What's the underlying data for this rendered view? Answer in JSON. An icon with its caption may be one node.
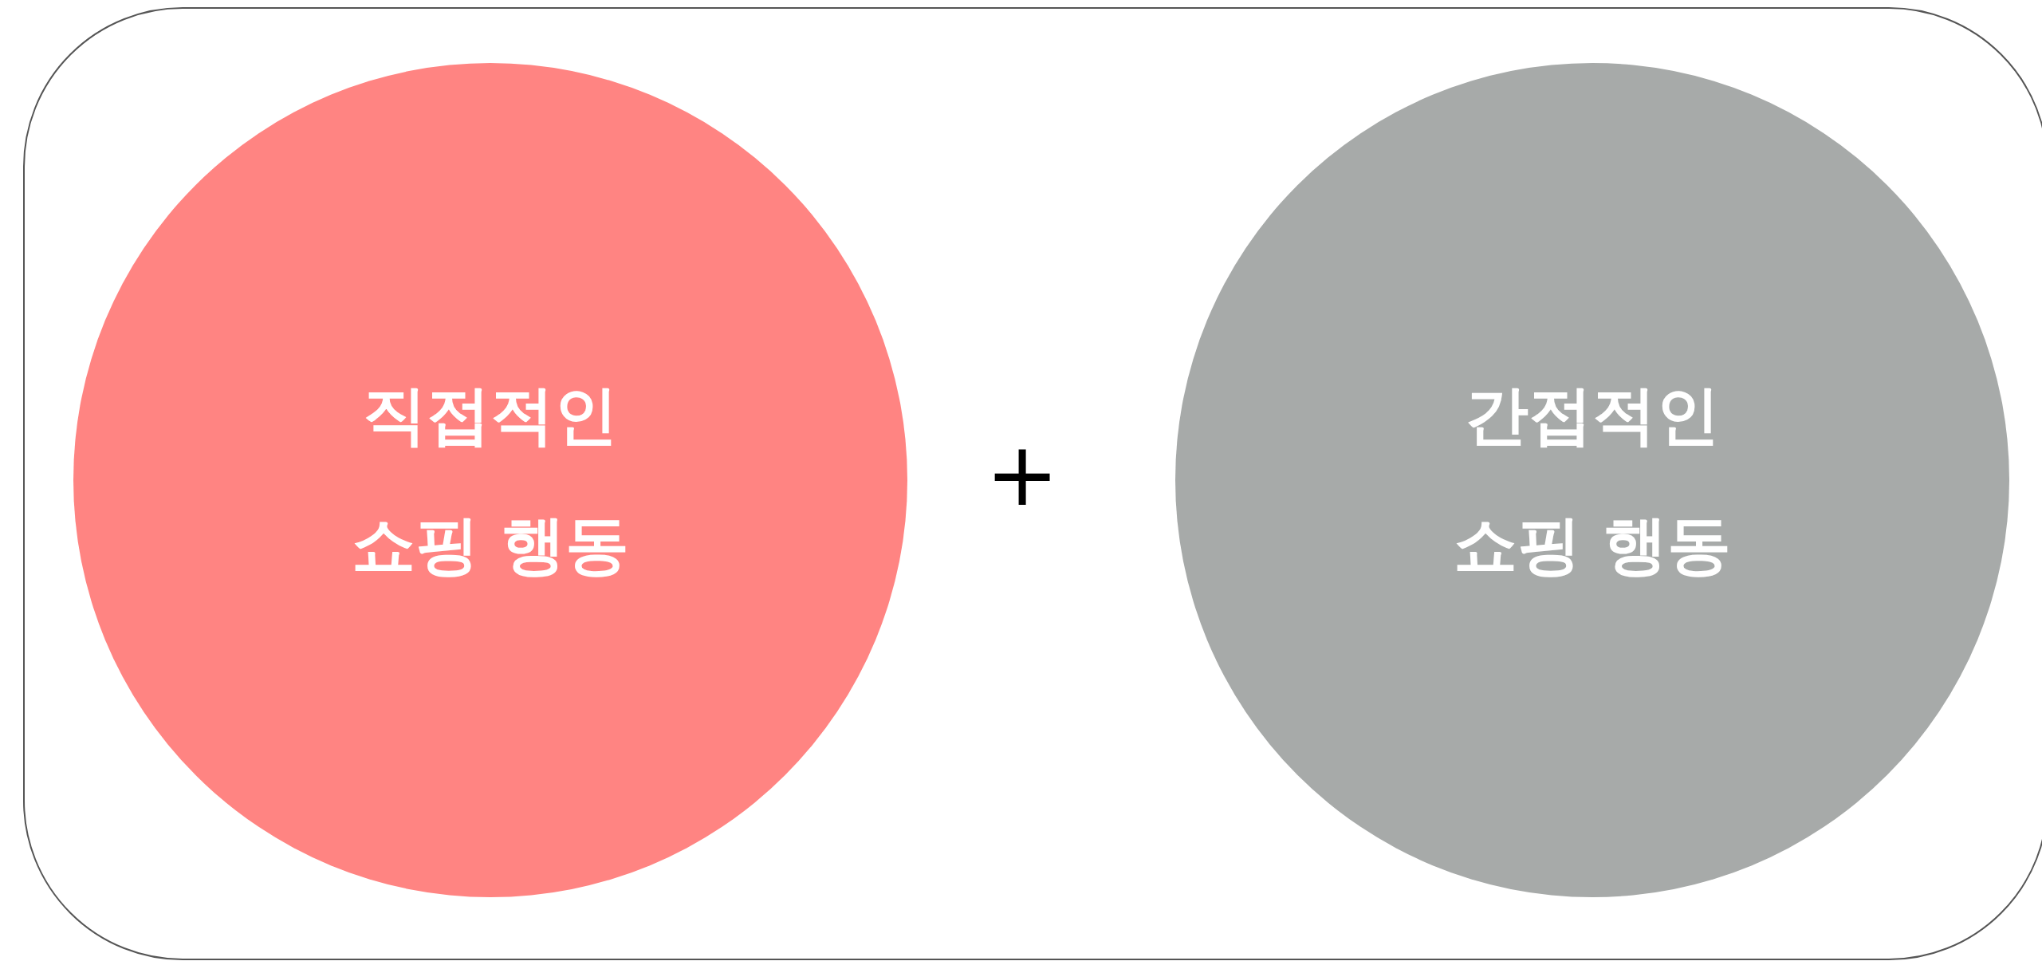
{
  "diagram": {
    "nodes": [
      {
        "text": [],
        "shape": "box"
      },
      {
        "text": [
          "직접적인 쇼핑 행동"
        ],
        "in": 0
      },
      {
        "text": [
          "간접적인 쇼핑 행동"
        ],
        "in": 0
      }
    ],
    "labels": [
      "+"
    ]
  }
}
